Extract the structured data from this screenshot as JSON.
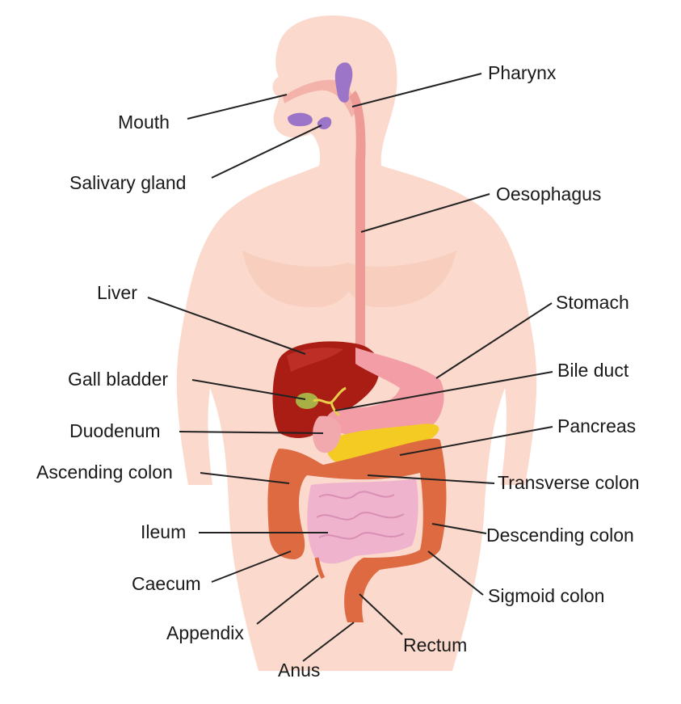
{
  "diagram": {
    "labels": {
      "pharynx": "Pharynx",
      "mouth": "Mouth",
      "salivary_gland": "Salivary gland",
      "oesophagus": "Oesophagus",
      "liver": "Liver",
      "stomach": "Stomach",
      "gall_bladder": "Gall bladder",
      "bile_duct": "Bile duct",
      "duodenum": "Duodenum",
      "pancreas": "Pancreas",
      "ascending_colon": "Ascending colon",
      "transverse_colon": "Transverse colon",
      "ileum": "Ileum",
      "descending_colon": "Descending colon",
      "caecum": "Caecum",
      "sigmoid_colon": "Sigmoid colon",
      "appendix": "Appendix",
      "rectum": "Rectum",
      "anus": "Anus"
    },
    "colors": {
      "skin": "#fbd9cc",
      "skin_shade": "#f5c3b1",
      "oesophagus": "#ee9b98",
      "salivary_gland": "#9c74c8",
      "liver": "#a91d14",
      "stomach": "#f39ea6",
      "pancreas": "#f3cb22",
      "colon": "#dd6a41",
      "ileum": "#efb3ce",
      "gall_bladder": "#a8b045"
    }
  }
}
